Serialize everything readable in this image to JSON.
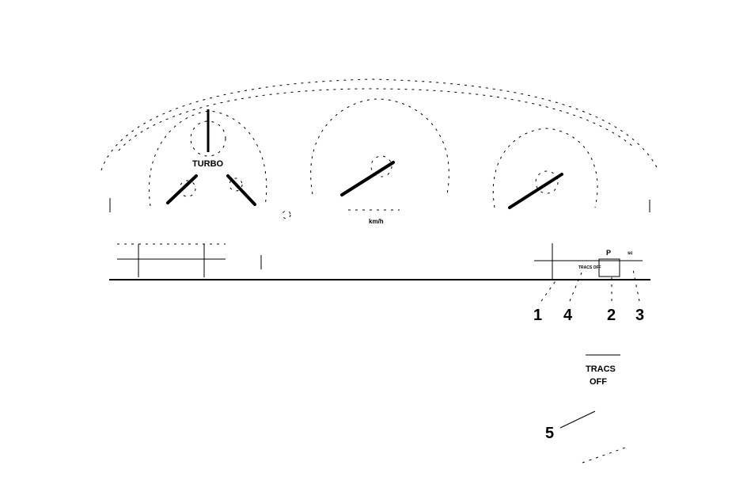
{
  "gauges": {
    "turbo_label": "TURBO",
    "speed_unit": "km/h",
    "indicator_p": "P",
    "traction_small": "TRACS OFF",
    "indicator_small": "sc"
  },
  "callouts": [
    "1",
    "4",
    "2",
    "3",
    "5"
  ],
  "detail": {
    "line1": "TRACS",
    "line2": "OFF"
  }
}
